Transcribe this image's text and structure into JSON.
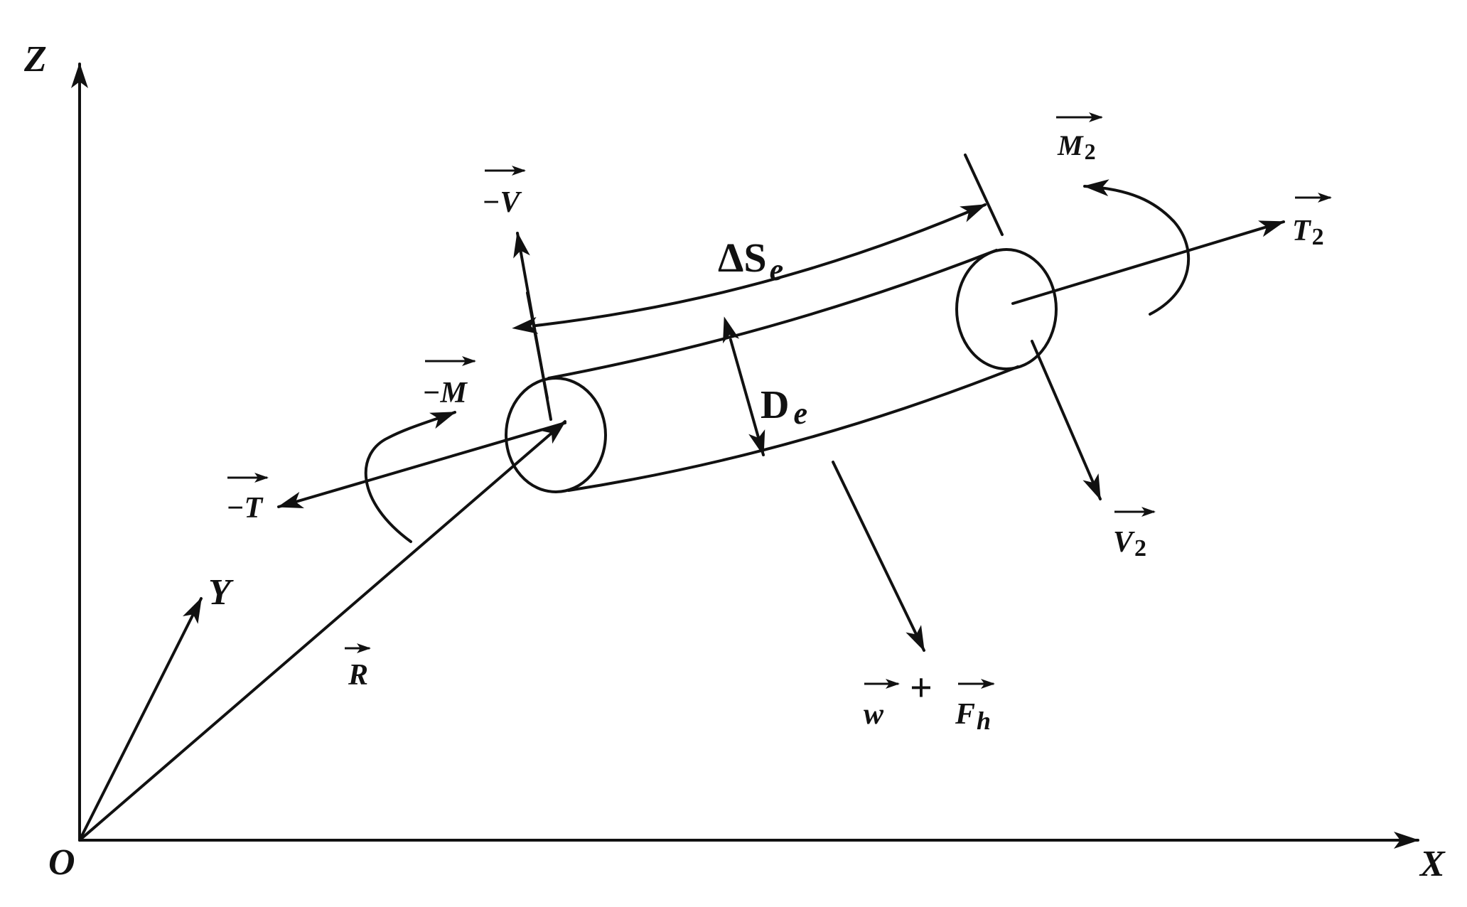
{
  "axes": {
    "z_label": "Z",
    "y_label": "Y",
    "x_label": "X",
    "origin_label": "O"
  },
  "labels": {
    "position_vector": "R",
    "neg_shear": "−V",
    "neg_tension": "−T",
    "neg_moment": "−M",
    "segment_length_base": "ΔS",
    "segment_length_sub": "e",
    "diameter_base": "D",
    "diameter_sub": "e",
    "moment_2_base": "M",
    "moment_2_sub": "2",
    "tension_2_base": "T",
    "tension_2_sub": "2",
    "shear_2_base": "V",
    "shear_2_sub": "2",
    "weight": "w",
    "plus": "+",
    "hydro_force_base": "F",
    "hydro_force_sub": "h"
  }
}
